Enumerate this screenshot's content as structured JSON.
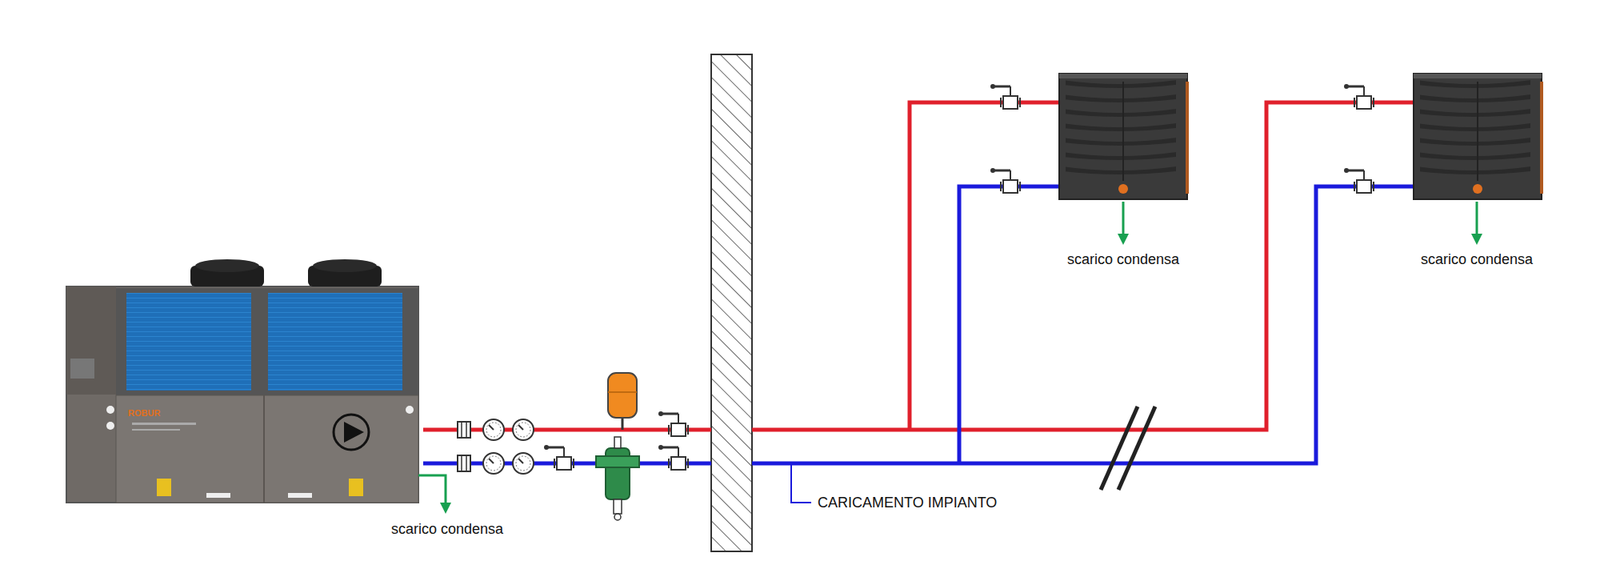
{
  "diagram": {
    "labels": [
      "ROBUR",
      "scarico condensa",
      "scarico condensa",
      "scarico condensa",
      "CARICAMENTO IMPIANTO"
    ]
  }
}
